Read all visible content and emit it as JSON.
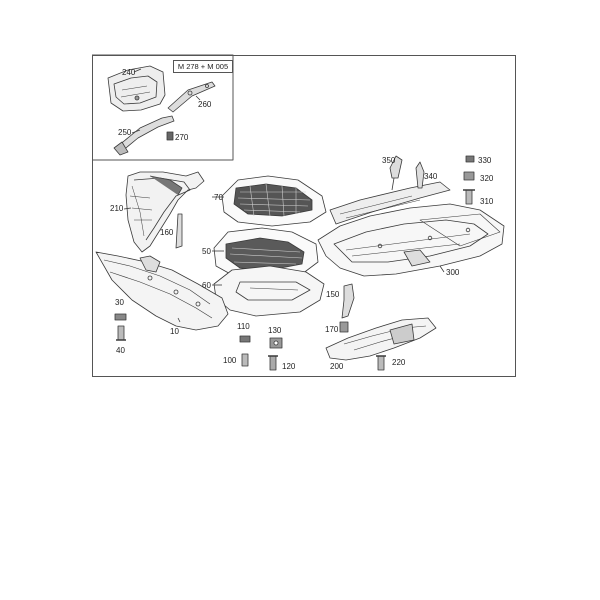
{
  "inset": {
    "title": "M 278 + M 005"
  },
  "callouts": {
    "c240": "240",
    "c260": "260",
    "c250": "250",
    "c270": "270",
    "c350": "350",
    "c330": "330",
    "c340": "340",
    "c320": "320",
    "c310": "310",
    "c210": "210",
    "c70": "70",
    "c160": "160",
    "c50": "50",
    "c60": "60",
    "c300": "300",
    "c150": "150",
    "c30": "30",
    "c10": "10",
    "c40": "40",
    "c110": "110",
    "c130": "130",
    "c100": "100",
    "c120": "120",
    "c170": "170",
    "c200": "200",
    "c220": "220"
  },
  "colors": {
    "line": "#3a3a3a",
    "shade": "#9a9a9a",
    "dark": "#4a4a4a"
  }
}
